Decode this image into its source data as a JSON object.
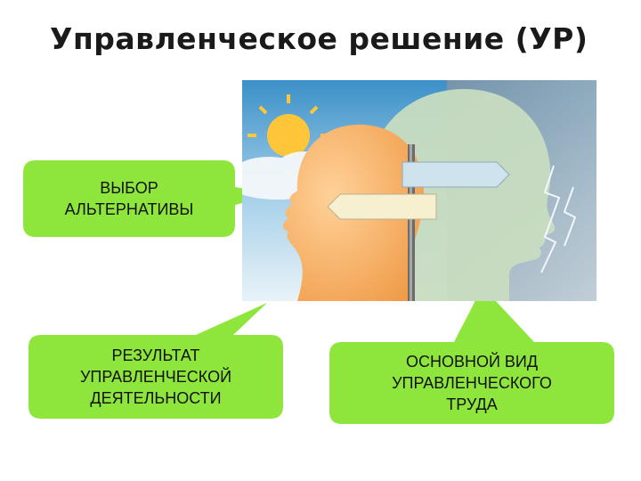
{
  "title": "Управленческое решение (УР)",
  "callouts": {
    "choice": {
      "line1": "ВЫБОР",
      "line2": "АЛЬТЕРНАТИВЫ"
    },
    "result": {
      "line1": "РЕЗУЛЬТАТ",
      "line2": "УПРАВЛЕНЧЕСКОЙ",
      "line3": "ДЕЯТЕЛЬНОСТИ"
    },
    "labor": {
      "line1": "ОСНОВНОЙ ВИД",
      "line2": "УПРАВЛЕНЧЕСКОГО",
      "line3": "ТРУДА"
    }
  },
  "colors": {
    "callout_fill": "#8ee63c",
    "front_head": "#f5a95a",
    "back_head": "#c7dcc0",
    "sky_top": "#3b90c8",
    "sign": "#cfe3ef"
  }
}
